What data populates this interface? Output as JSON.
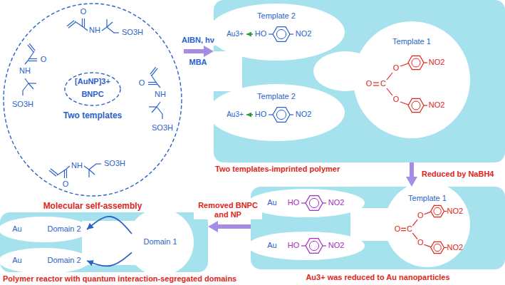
{
  "diagram": {
    "nodes": [
      {
        "text": [
          "Molecular self-assembly"
        ]
      },
      {
        "text": [
          "[AuNP]3+",
          "BNPC"
        ],
        "in": 0
      },
      {
        "text": [
          "Two templates-imprinted polymer"
        ]
      },
      {
        "text": [
          "Template 2"
        ],
        "in": 2
      },
      {
        "text": [
          "Au3+"
        ],
        "in": 3
      },
      {
        "text": [
          "Template 2"
        ],
        "in": 2
      },
      {
        "text": [
          "Au3+"
        ],
        "in": 5
      },
      {
        "text": [
          "Template 1"
        ],
        "in": 2
      },
      {
        "text": [
          "Au3+ was reduced to Au nanoparticles"
        ]
      },
      {
        "text": [
          "Au"
        ],
        "in": 8
      },
      {
        "text": [
          "Au"
        ],
        "in": 8
      },
      {
        "text": [
          "Template 1"
        ],
        "in": 8
      },
      {
        "text": [
          "Polymer reactor with quantum interaction-segregated domains"
        ]
      },
      {
        "text": [
          "Au"
        ],
        "in": 12
      },
      {
        "text": [
          "Au"
        ],
        "in": 12
      },
      {
        "text": [
          "Domain 2"
        ],
        "in": 12
      },
      {
        "text": [
          "Domain 2"
        ],
        "in": 12
      },
      {
        "text": [
          "Domain 1"
        ],
        "in": 12
      }
    ],
    "edges": [
      {
        "from": 0,
        "to": 2,
        "arrow": "to",
        "label": "AIBN, hν"
      },
      {
        "from": 2,
        "to": 8,
        "arrow": "to",
        "label": "Reduced by NaBH4"
      },
      {
        "from": 8,
        "to": 12,
        "arrow": "to",
        "label": "Removed BNPC and NP"
      },
      {
        "from": 17,
        "to": 15,
        "arrow": "to"
      },
      {
        "from": 17,
        "to": 16,
        "arrow": "to"
      }
    ],
    "labels": [
      "Two templates",
      "MBA",
      "O",
      "NH",
      "SO3H",
      "O",
      "NH",
      "SO3H",
      "O",
      "NH",
      "SO3H",
      "O",
      "NH",
      "SO3H",
      "HO",
      "NO2",
      "HO",
      "NO2",
      "O",
      "C",
      "O",
      "O",
      "NO2",
      "NO2",
      "HO",
      "NO2",
      "HO",
      "NO2",
      "O",
      "C",
      "O",
      "O",
      "NO2",
      "NO2"
    ]
  }
}
